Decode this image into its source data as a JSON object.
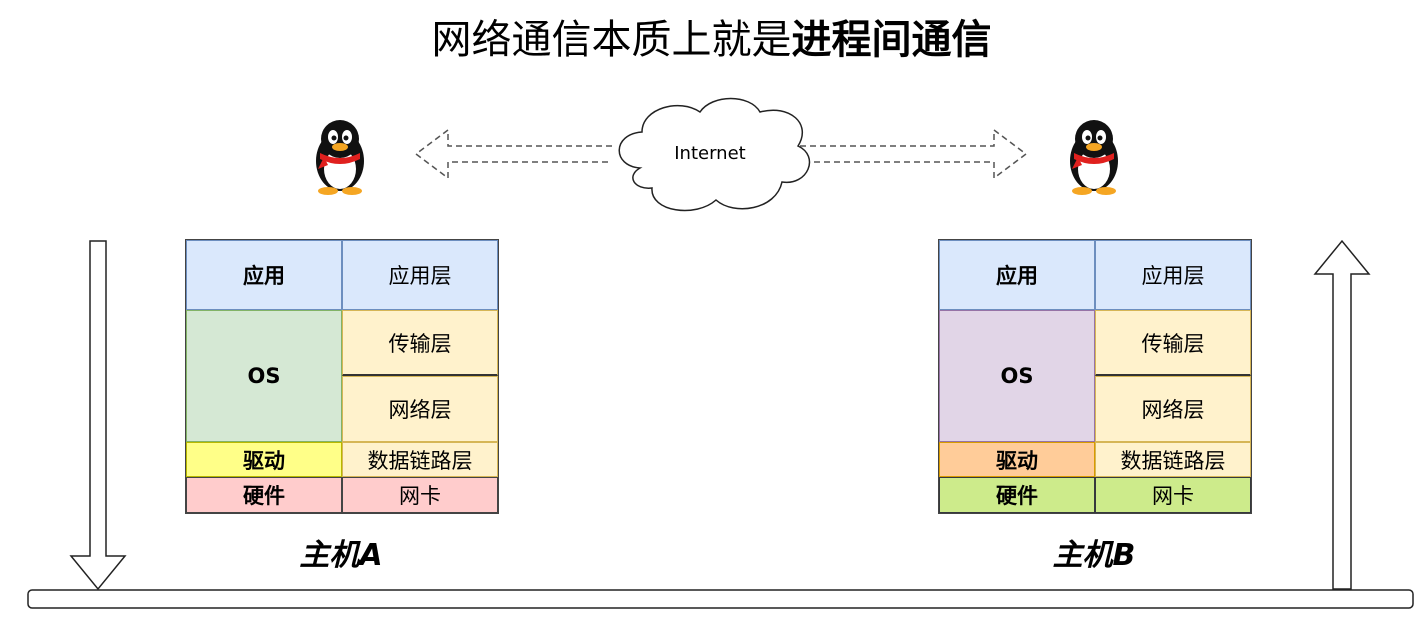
{
  "title": {
    "normal": "网络通信本质上就是",
    "bold": "进程间通信"
  },
  "cloud_label": "Internet",
  "host_a": {
    "label": "主机A",
    "app": "应用",
    "app_layer": "应用层",
    "os": "OS",
    "transport": "传输层",
    "network": "网络层",
    "driver": "驱动",
    "datalink": "数据链路层",
    "hardware": "硬件",
    "nic": "网卡",
    "colors": {
      "app": "#dae8fc",
      "os": "#d5e8d4",
      "layer": "#fff2cc",
      "driver": "#ffff88",
      "hardware": "#ffcccc"
    }
  },
  "host_b": {
    "label": "主机B",
    "app": "应用",
    "app_layer": "应用层",
    "os": "OS",
    "transport": "传输层",
    "network": "网络层",
    "driver": "驱动",
    "datalink": "数据链路层",
    "hardware": "硬件",
    "nic": "网卡",
    "colors": {
      "app": "#dae8fc",
      "os": "#e1d5e7",
      "layer": "#fff2cc",
      "driver": "#ffcc99",
      "hardware": "#cdeb8b"
    }
  }
}
